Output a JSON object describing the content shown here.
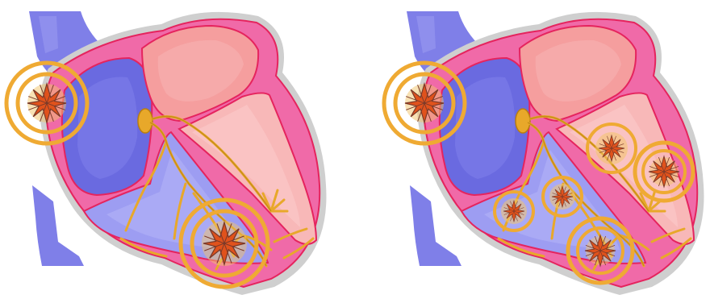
{
  "panels": [
    {
      "name": "heart-panel-left",
      "foci": [
        {
          "size": "large"
        },
        {
          "size": "large"
        }
      ]
    },
    {
      "name": "heart-panel-right",
      "foci": [
        {
          "size": "large"
        },
        {
          "size": "medium"
        },
        {
          "size": "medium"
        },
        {
          "size": "small"
        },
        {
          "size": "small"
        },
        {
          "size": "medium"
        }
      ]
    }
  ],
  "colors": {
    "vessel": "#7f7fe8",
    "vessel_dark": "#5f5fd0",
    "outline_gray": "#c8c8c8",
    "wall_pink": "#f06aa8",
    "wall_line": "#e5245e",
    "atrium_right": "#6a6ae0",
    "atrium_left": "#f59e9e",
    "ventricle_right": "#9d9df2",
    "ventricle_left": "#f8b8b8",
    "conduction": "#e8a82a",
    "ring": "#efaa33",
    "star_fill": "#e0521c",
    "star_line": "#7a3a2a"
  }
}
